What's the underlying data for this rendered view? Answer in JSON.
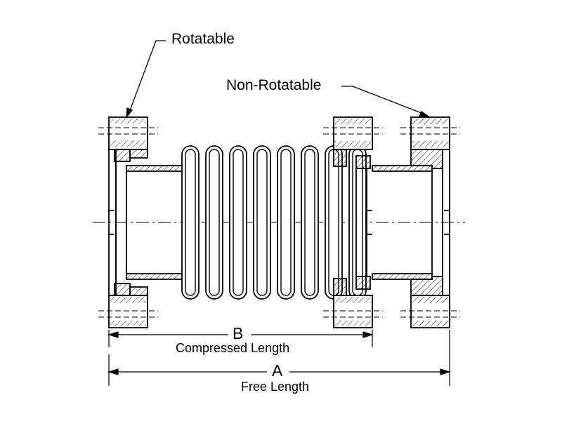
{
  "callouts": {
    "rotatable": "Rotatable",
    "non_rotatable": "Non-Rotatable"
  },
  "dimensions": {
    "b": {
      "letter": "B",
      "caption": "Compressed Length"
    },
    "a": {
      "letter": "A",
      "caption": "Free Length"
    }
  },
  "bellows": {
    "convolution_count": 8
  },
  "colors": {
    "line": "#000000",
    "background": "#ffffff"
  }
}
